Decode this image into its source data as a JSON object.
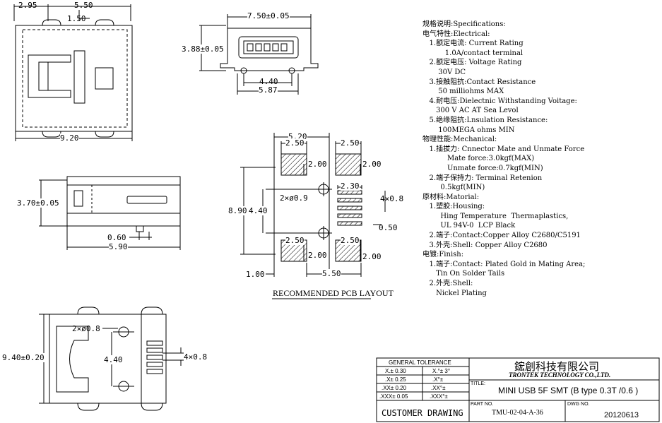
{
  "views": {
    "top": {
      "d_2_95": "2.95",
      "d_5_50": "5.50",
      "d_1_50": "1.50",
      "d_9_20": "9.20"
    },
    "front": {
      "d_7_50": "7.50±0.05",
      "d_3_88": "3.88±0.05",
      "d_4_40": "4.40",
      "d_5_87": "5.87"
    },
    "side": {
      "d_3_70": "3.70±0.05",
      "d_0_60": "0.60",
      "d_5_90": "5.90"
    },
    "bottom": {
      "d_9_40": "9.40±0.20",
      "d_2x08": "2×ø0.8",
      "d_4_40": "4.40",
      "d_4x08": "4×0.8"
    }
  },
  "pcb": {
    "d_5_20": "5.20",
    "d_2_50a": "2.50",
    "d_2_50b": "2.50",
    "d_2_00a": "2.00",
    "d_2_00b": "2.00",
    "d_2_30": "2.30",
    "d_2x09": "2×ø0.9",
    "d_4x08": "4×0.8",
    "d_8_90": "8.90",
    "d_4_40": "4.40",
    "d_0_50": "0.50",
    "d_2_50c": "2.50",
    "d_2_50d": "2.50",
    "d_2_00c": "2.00",
    "d_2_00d": "2.00",
    "d_1_00": "1.00",
    "d_5_50": "5.50",
    "caption": "RECOMMENDED PCB LAYOUT"
  },
  "specs": [
    "规格说明:Specifications:",
    "电气特性:Electrical:",
    "   1.额定电流: Current Rating",
    "          1.0A/contact terminal",
    "   2.额定电压: Voltage Rating",
    "       30V DC",
    "   3.接触阻抗:Contact Resistance",
    "       50 milliohms MAX",
    "   4.耐电压:Dielectnic Withstanding Voitage:",
    "      300 V AC AT Sea Levol",
    "   5.绝缘阻抗:Lnsulation Resistance:",
    "       100MEGA ohms MIN",
    "物理性能:Mechanical:",
    "   1.插拔力: Cnnector Mate and Unmate Force",
    "           Mate force:3.0kgf(MAX)",
    "           Unmate force:0.7kgf(MIN)",
    "   2.端子保持力: Terminal Retenion",
    "        0.5kgf(MIN)",
    "原材料:Matorial:",
    "   1.塑胶:Housing:",
    "        Hing Temperature  Thermaplastics,",
    "        UL 94V-0  LCP Black",
    "   2.端子:Contact:Copper Alloy C2680/C5191",
    "   3.外壳:Shell: Copper Alloy C2680",
    "电镀:Finish:",
    "   1.端子:Contact: Plated Gold in Mating Area;",
    "      Tin On Solder Tails",
    "   2.外壳:Shell:",
    "      Nickel Plating"
  ],
  "title_block": {
    "tolerance_header": "GENERAL TOLERANCE",
    "tolerances": [
      [
        "X.± 0.30",
        "X.°± 3°"
      ],
      [
        ".X± 0.25",
        ".X°±"
      ],
      [
        ".XX± 0.20",
        ".XX°±"
      ],
      [
        ".XXX± 0.05",
        ".XXX°±"
      ]
    ],
    "company_cn": "鋐創科技有限公司",
    "company_en": "TRONTEK TECHNOLOGY CO.,LTD.",
    "title_label": "TITLE:",
    "title": "MINI USB 5F SMT (B type 0.3T /0.6 )",
    "drawing_type": "CUSTOMER DRAWING",
    "part_no_label": "PART NO.",
    "part_no": "TMU-02-04-A-36",
    "dwg_no_label": "DWG NO.",
    "dwg_no": "20120613"
  }
}
